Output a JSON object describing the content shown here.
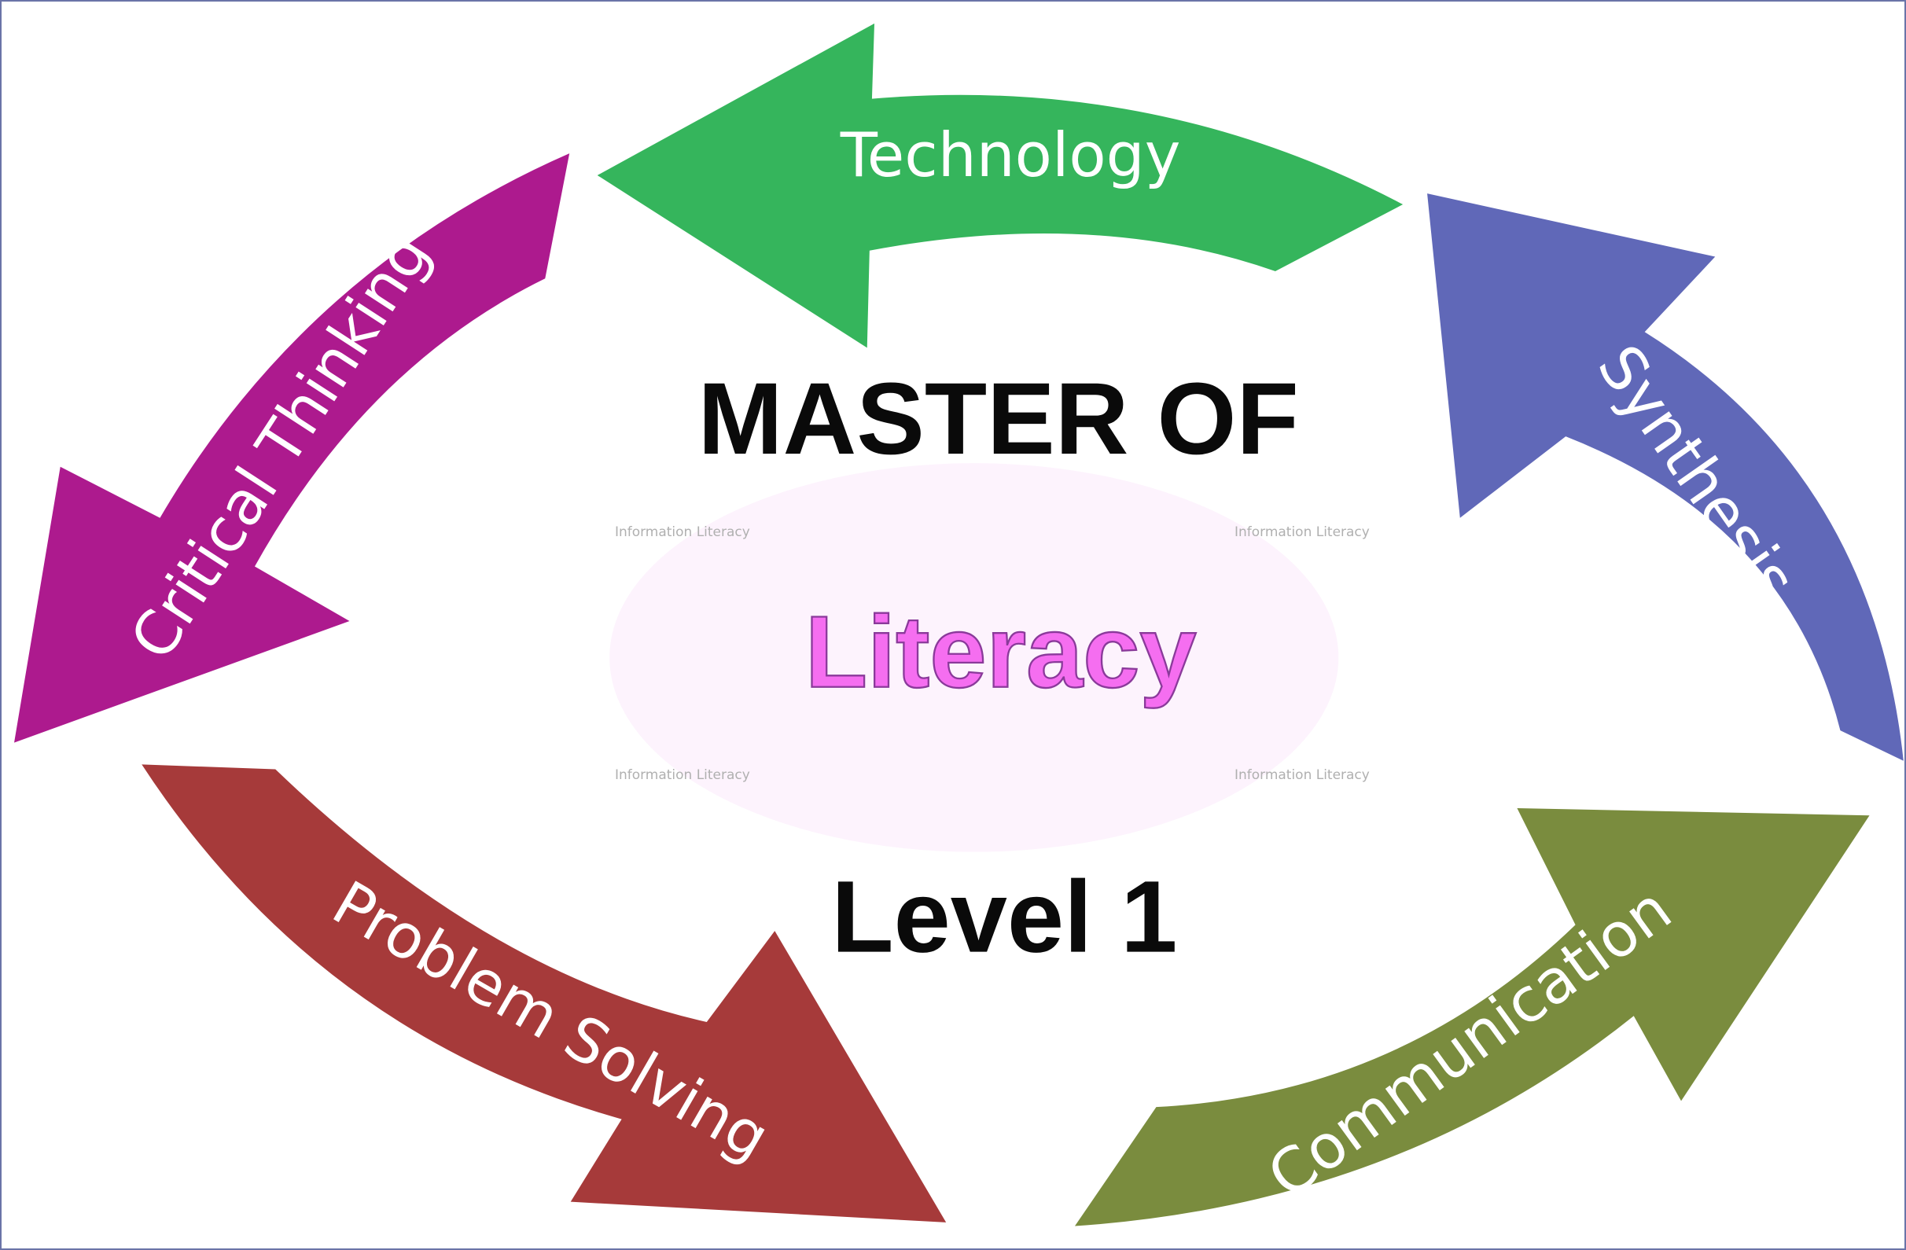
{
  "title": {
    "line1": "MASTER OF",
    "line2": "Literacy",
    "line3": "Level 1"
  },
  "arrows": [
    {
      "label": "Technology",
      "color": "#35b55c"
    },
    {
      "label": "Critical Thinking",
      "color": "#ad1a8e"
    },
    {
      "label": "Synthesis",
      "color": "#6068b8"
    },
    {
      "label": "Communication",
      "color": "#7a8c3e"
    },
    {
      "label": "Problem Solving",
      "color": "#a63a3a"
    }
  ],
  "background_texture": {
    "label_line1": "Information",
    "label_line2": "Literacy"
  },
  "colors": {
    "literacy_fill": "#f56ef0",
    "literacy_stroke": "#8a3a9a"
  }
}
